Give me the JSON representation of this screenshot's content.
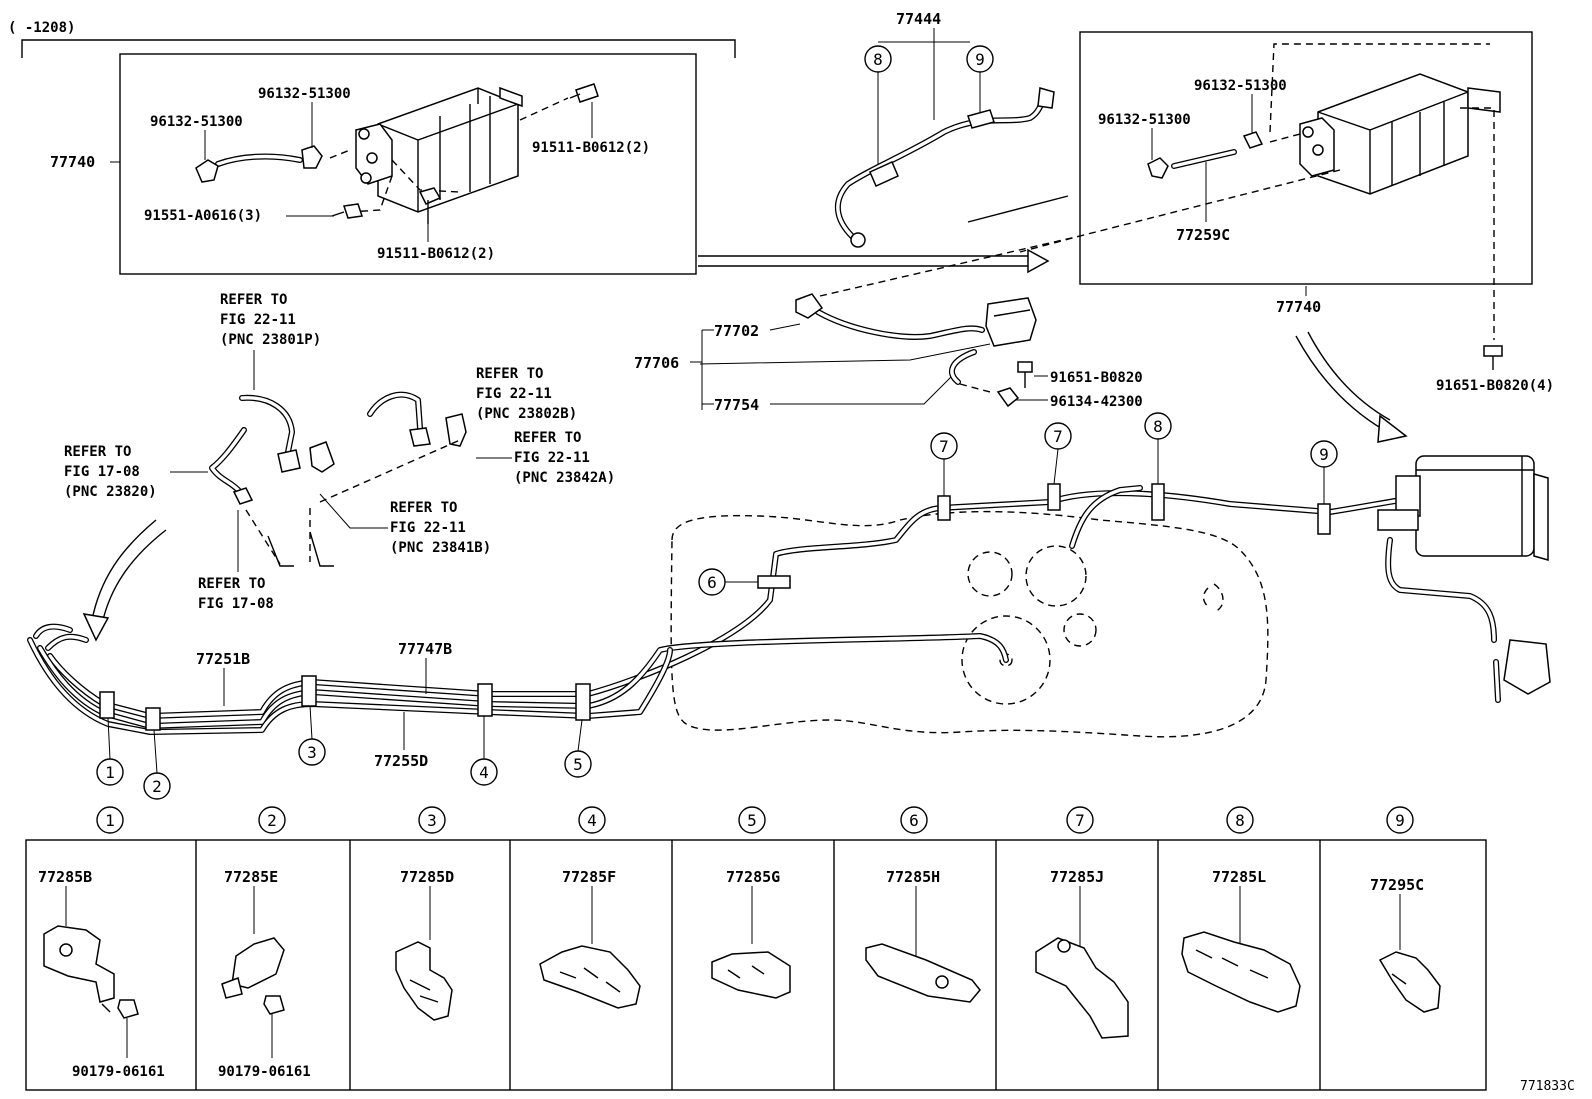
{
  "header": {
    "date_range": "(   -1208)",
    "figure_code": "771833C"
  },
  "upper_left_box": {
    "canister_label": "77740",
    "bolt_a": "96132-51300",
    "bolt_b": "96132-51300",
    "bolt_c": "91511-B0612(2)",
    "bolt_d": "91551-A0616(3)",
    "bolt_e": "91511-B0612(2)"
  },
  "upper_center": {
    "hose_set_label": "77444",
    "clamp_8": "8",
    "clamp_9": "9"
  },
  "upper_right_box": {
    "canister_label": "77740",
    "bolt_a": "96132-51300",
    "bolt_b": "96132-51300",
    "hose_label": "77259C"
  },
  "center_parts": {
    "group_label": "77706",
    "hose_a": "77702",
    "hose_b": "77754",
    "bolt_a": "91651-B0820",
    "clip_a": "96134-42300",
    "bolt_right": "91651-B0820(4)"
  },
  "refer_notes": {
    "note_1": {
      "l1": "REFER TO",
      "l2": "FIG 22-11",
      "l3": "(PNC 23801P)"
    },
    "note_2": {
      "l1": "REFER TO",
      "l2": "FIG 22-11",
      "l3": "(PNC 23802B)"
    },
    "note_3": {
      "l1": "REFER TO",
      "l2": "FIG 22-11",
      "l3": "(PNC 23842A)"
    },
    "note_4": {
      "l1": "REFER TO",
      "l2": "FIG 17-08",
      "l3": "(PNC 23820)"
    },
    "note_5": {
      "l1": "REFER TO",
      "l2": "FIG 22-11",
      "l3": "(PNC 23841B)"
    },
    "note_6": {
      "l1": "REFER TO",
      "l2": "FIG 17-08"
    }
  },
  "pipe_labels": {
    "pipe_a": "77251B",
    "pipe_b": "77747B",
    "pipe_c": "77255D"
  },
  "callouts": {
    "c1": "1",
    "c2": "2",
    "c3": "3",
    "c4": "4",
    "c5": "5",
    "c6": "6",
    "c7a": "7",
    "c7b": "7",
    "c8": "8",
    "c9": "9"
  },
  "clamp_table": [
    {
      "num": "1",
      "part": "77285B",
      "nut": "90179-06161"
    },
    {
      "num": "2",
      "part": "77285E",
      "nut": "90179-06161"
    },
    {
      "num": "3",
      "part": "77285D"
    },
    {
      "num": "4",
      "part": "77285F"
    },
    {
      "num": "5",
      "part": "77285G"
    },
    {
      "num": "6",
      "part": "77285H"
    },
    {
      "num": "7",
      "part": "77285J"
    },
    {
      "num": "8",
      "part": "77285L"
    },
    {
      "num": "9",
      "part": "77295C"
    }
  ]
}
